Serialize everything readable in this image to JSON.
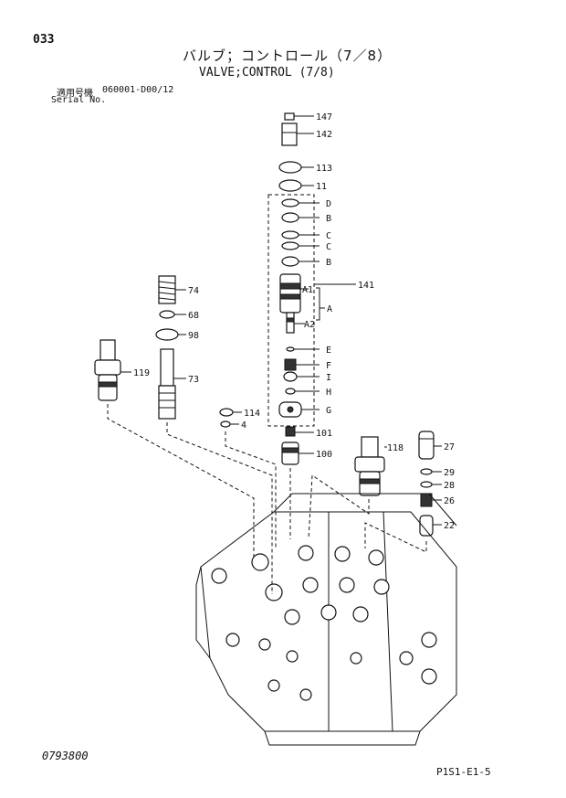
{
  "header": {
    "page_number": "033",
    "title_jp": "バルブ；コントロール（7／8）",
    "title_en": "VALVE;CONTROL (7/8)",
    "serial_label_jp": "適用号機",
    "serial_range": "060001-D00/12",
    "serial_label_en": "Serial No."
  },
  "footer": {
    "drawing_number": "0793800",
    "page_code": "P1S1-E1-5"
  },
  "callouts": {
    "p147": "147",
    "p142": "142",
    "p113": "113",
    "p11": "11",
    "D": "D",
    "B1": "B",
    "C1": "C",
    "C2": "C",
    "B2": "B",
    "p141": "141",
    "A1": "A1",
    "A": "A",
    "A2": "A2",
    "E": "E",
    "F": "F",
    "I": "I",
    "H": "H",
    "G": "G",
    "p101": "101",
    "p100": "100",
    "p74": "74",
    "p68": "68",
    "p98": "98",
    "p73": "73",
    "p119": "119",
    "p114": "114",
    "p4": "4",
    "p118": "118",
    "p27": "27",
    "p29": "29",
    "p28": "28",
    "p26": "26",
    "p22": "22"
  }
}
